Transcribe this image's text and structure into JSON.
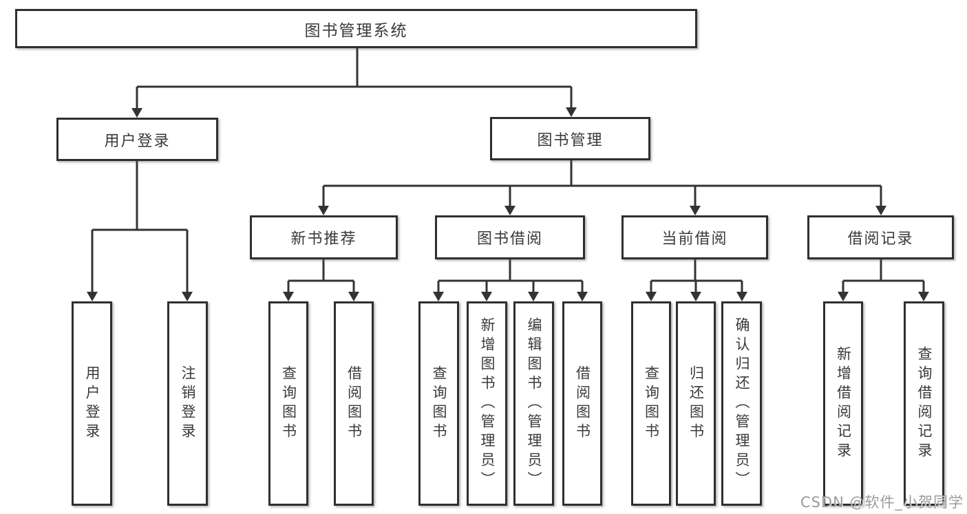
{
  "colors": {
    "line": "#333333",
    "box_border": "#2f2f2f",
    "text": "#3a3a3a",
    "watermark": "#9b9b9b",
    "background": "#ffffff"
  },
  "diagram": {
    "root": {
      "label": "图书管理系统"
    },
    "branches": [
      {
        "label": "用户登录",
        "children": [
          {
            "label": "用户登录"
          },
          {
            "label": "注销登录"
          }
        ]
      },
      {
        "label": "图书管理",
        "children": [
          {
            "label": "新书推荐",
            "children": [
              {
                "label": "查询图书"
              },
              {
                "label": "借阅图书"
              }
            ]
          },
          {
            "label": "图书借阅",
            "children": [
              {
                "label": "查询图书"
              },
              {
                "label": "新增图书（管理员）"
              },
              {
                "label": "编辑图书（管理员）"
              },
              {
                "label": "借阅图书"
              }
            ]
          },
          {
            "label": "当前借阅",
            "children": [
              {
                "label": "查询图书"
              },
              {
                "label": "归还图书"
              },
              {
                "label": "确认归还（管理员）"
              }
            ]
          },
          {
            "label": "借阅记录",
            "children": [
              {
                "label": "新增借阅记录"
              },
              {
                "label": "查询借阅记录"
              }
            ]
          }
        ]
      }
    ]
  },
  "watermark": {
    "text": "CSDN @软件_小贺同学"
  }
}
